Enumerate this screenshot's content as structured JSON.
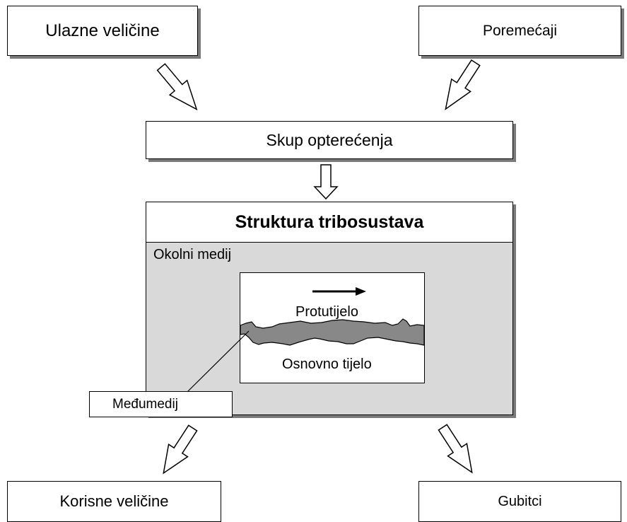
{
  "inputs": "Ulazne veličine",
  "disturbances": "Poremećaji",
  "load": "Skup opterećenja",
  "system_title": "Struktura tribosustava",
  "environment": "Okolni medij",
  "counterbody": "Protutijelo",
  "base_body": "Osnovno tijelo",
  "interface": "Međumedij",
  "outputs": "Korisne veličine",
  "losses": "Gubitci",
  "colors": {
    "system_fill": "#d9d9d9",
    "interface_fill": "#888888",
    "shadow": "#7a7a7a"
  }
}
